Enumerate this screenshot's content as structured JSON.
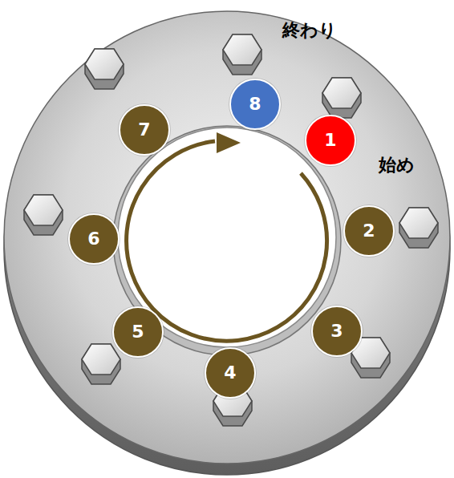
{
  "diagram": {
    "nodes": [
      {
        "text": [
          "1"
        ]
      },
      {
        "text": [
          "2"
        ]
      },
      {
        "text": [
          "3"
        ]
      },
      {
        "text": [
          "4"
        ]
      },
      {
        "text": [
          "5"
        ]
      },
      {
        "text": [
          "6"
        ]
      },
      {
        "text": [
          "7"
        ]
      },
      {
        "text": [
          "8"
        ]
      }
    ],
    "labels": [
      "終わり",
      "始め"
    ]
  }
}
